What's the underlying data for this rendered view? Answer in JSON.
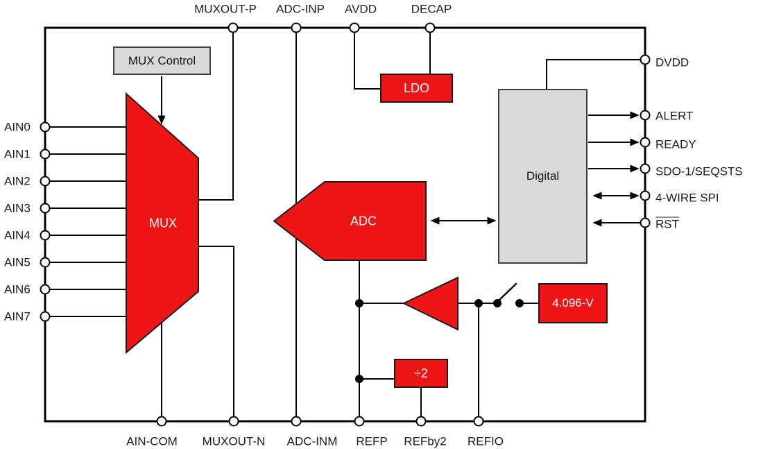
{
  "colors": {
    "red": "#ED1515",
    "gray": "#D9D9D9",
    "line": "#000000",
    "text": "#1C1C1C"
  },
  "blocks": {
    "mux_control": {
      "label": "MUX Control"
    },
    "mux": {
      "label": "MUX"
    },
    "ldo": {
      "label": "LDO"
    },
    "adc": {
      "label": "ADC"
    },
    "digital": {
      "label": "Digital"
    },
    "divide_by_two": {
      "label": "÷2"
    },
    "reference": {
      "label": "4.096-V"
    }
  },
  "icons": {
    "amplifier": "reference-buffer-triangle-icon",
    "switch": "open-switch-icon"
  },
  "pins": {
    "top": [
      {
        "label": "MUXOUT-P"
      },
      {
        "label": "ADC-INP"
      },
      {
        "label": "AVDD"
      },
      {
        "label": "DECAP"
      }
    ],
    "right": [
      {
        "label": "DVDD"
      },
      {
        "label": "ALERT",
        "direction": "output"
      },
      {
        "label": "READY",
        "direction": "output"
      },
      {
        "label": "SDO-1/SEQSTS",
        "direction": "output"
      },
      {
        "label": "4-WIRE SPI",
        "direction": "bidirectional"
      },
      {
        "label": "RST",
        "overline": true,
        "direction": "input"
      }
    ],
    "left": [
      {
        "label": "AIN0"
      },
      {
        "label": "AIN1"
      },
      {
        "label": "AIN2"
      },
      {
        "label": "AIN3"
      },
      {
        "label": "AIN4"
      },
      {
        "label": "AIN5"
      },
      {
        "label": "AIN6"
      },
      {
        "label": "AIN7"
      }
    ],
    "bottom": [
      {
        "label": "AIN-COM"
      },
      {
        "label": "MUXOUT-N"
      },
      {
        "label": "ADC-INM"
      },
      {
        "label": "REFP"
      },
      {
        "label": "REFby2"
      },
      {
        "label": "REFIO"
      }
    ]
  }
}
